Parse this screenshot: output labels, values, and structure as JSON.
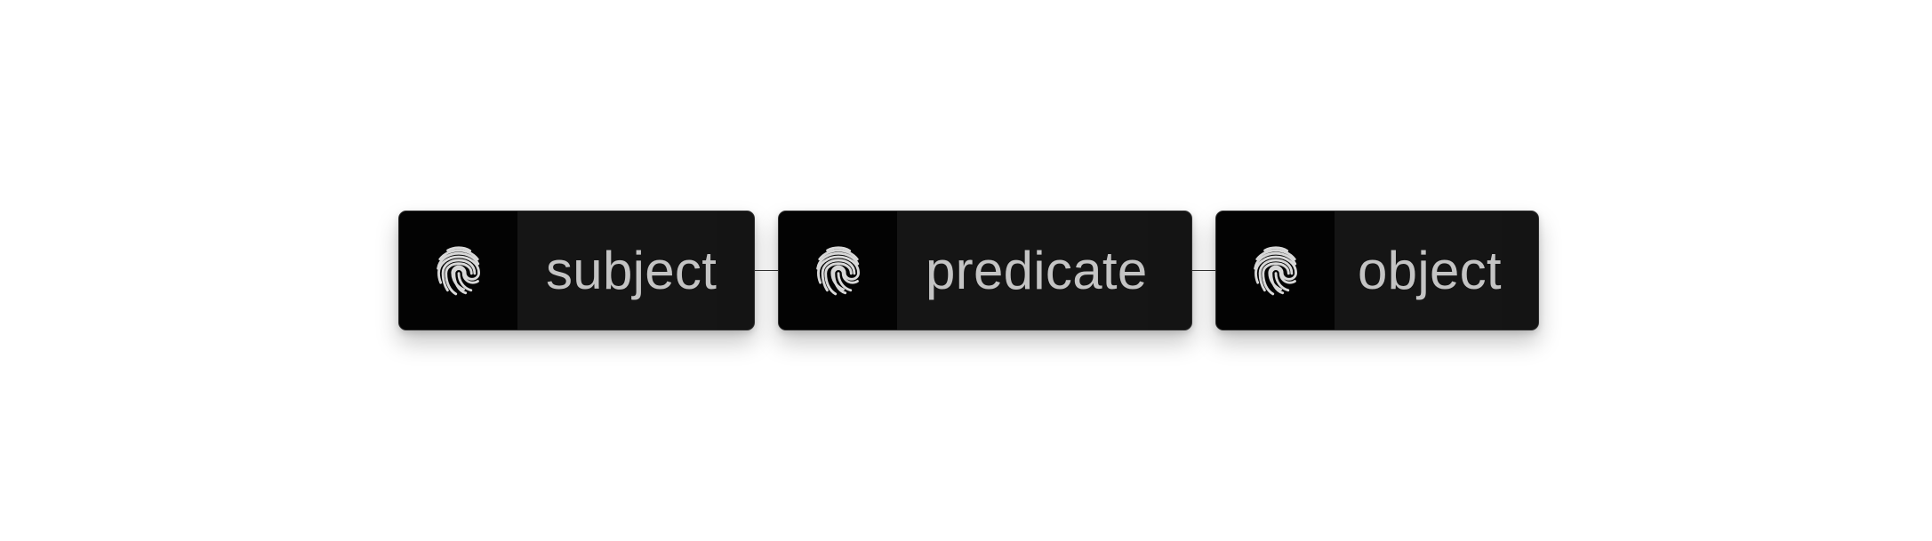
{
  "triple": {
    "subject": {
      "label": "subject",
      "icon": "fingerprint-icon"
    },
    "predicate": {
      "label": "predicate",
      "icon": "fingerprint-icon"
    },
    "object": {
      "label": "object",
      "icon": "fingerprint-icon"
    }
  },
  "colors": {
    "background": "#ffffff",
    "node_fill": "#151515",
    "icon_fill": "#030303",
    "label_text": "#c4c4c4",
    "icon_stroke": "#d8d8d8",
    "connector": "#333333"
  }
}
